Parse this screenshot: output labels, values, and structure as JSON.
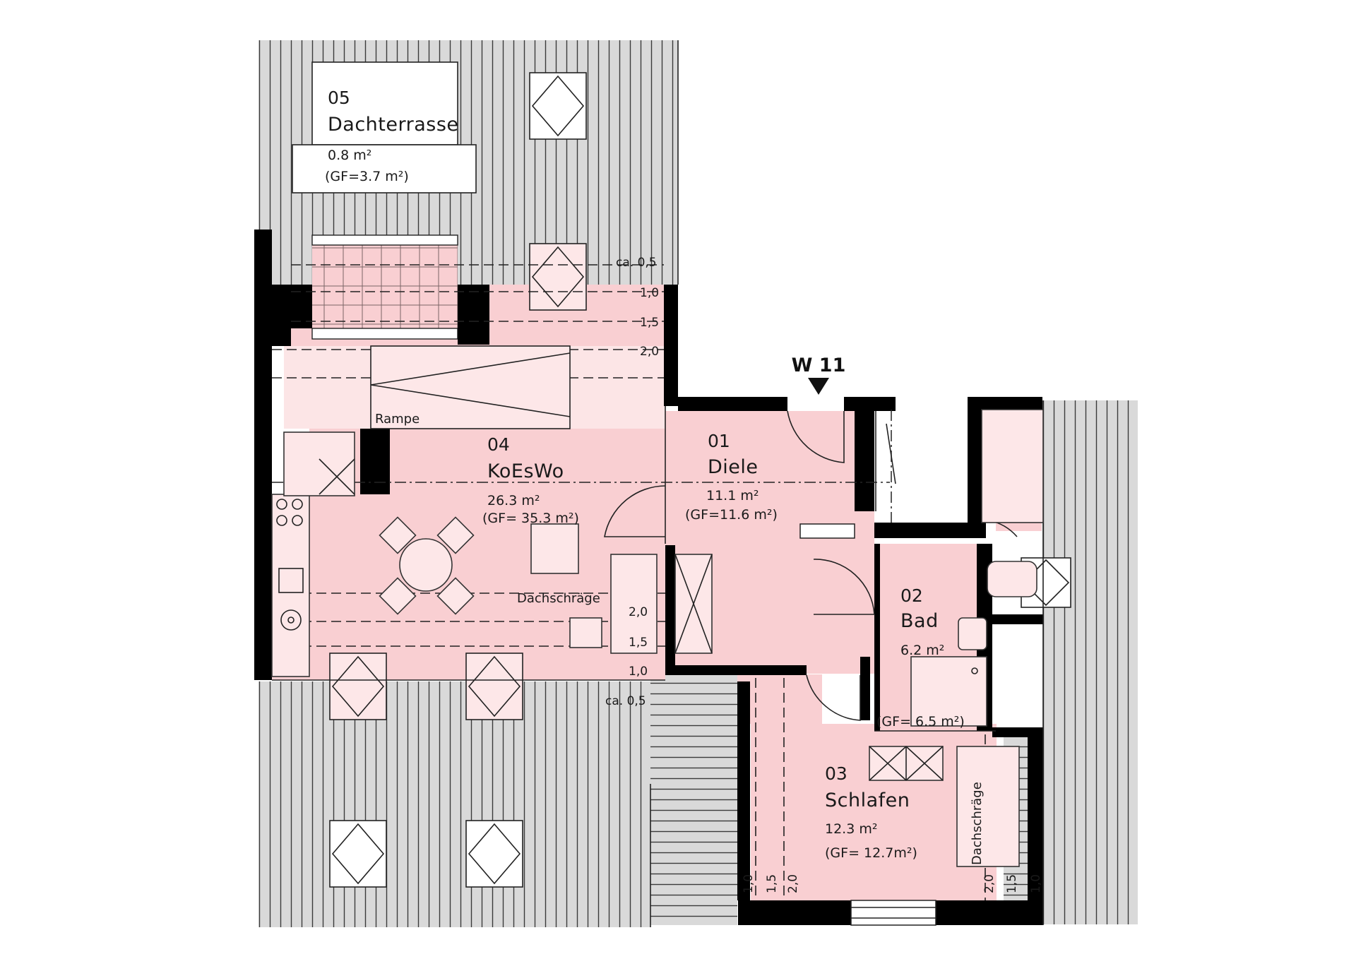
{
  "marker": {
    "label": "W 11"
  },
  "rooms": [
    {
      "number": "05",
      "name": "Dachterrasse",
      "area": "0.8 m²",
      "gf": "(GF=3.7 m²)"
    },
    {
      "number": "04",
      "name": "KoEsWo",
      "area": "26.3 m²",
      "gf": "(GF= 35.3 m²)"
    },
    {
      "number": "01",
      "name": "Diele",
      "area": "11.1 m²",
      "gf": "(GF=11.6 m²)"
    },
    {
      "number": "02",
      "name": "Bad",
      "area": "6.2 m²",
      "gf": "(GF= 6.5 m²)"
    },
    {
      "number": "03",
      "name": "Schlafen",
      "area": "12.3 m²",
      "gf": "(GF= 12.7m²)"
    }
  ],
  "labels": {
    "rampe": "Rampe",
    "dachschraege": "Dachschräge",
    "dachschraege_vertical": "Dachschräge"
  },
  "dimensions": {
    "north": [
      "ca. 0,5",
      "1,0",
      "1,5",
      "2,0"
    ],
    "south": [
      "2,0",
      "1,5",
      "1,0",
      "ca. 0,5"
    ],
    "bedroom_left": [
      "1,0",
      "1,5",
      "2,0"
    ],
    "bedroom_right": [
      "2,0",
      "1,5",
      "1,0"
    ]
  }
}
